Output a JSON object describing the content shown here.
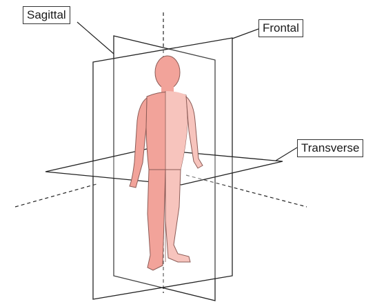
{
  "labels": {
    "sagittal": "Sagittal",
    "frontal": "Frontal",
    "transverse": "Transverse"
  },
  "colors": {
    "body_skin": "#f2a39a",
    "body_skin_light": "#f7c4bd",
    "body_outline": "#8a5a55",
    "plane_line": "#222222",
    "axis_line": "#222222"
  }
}
